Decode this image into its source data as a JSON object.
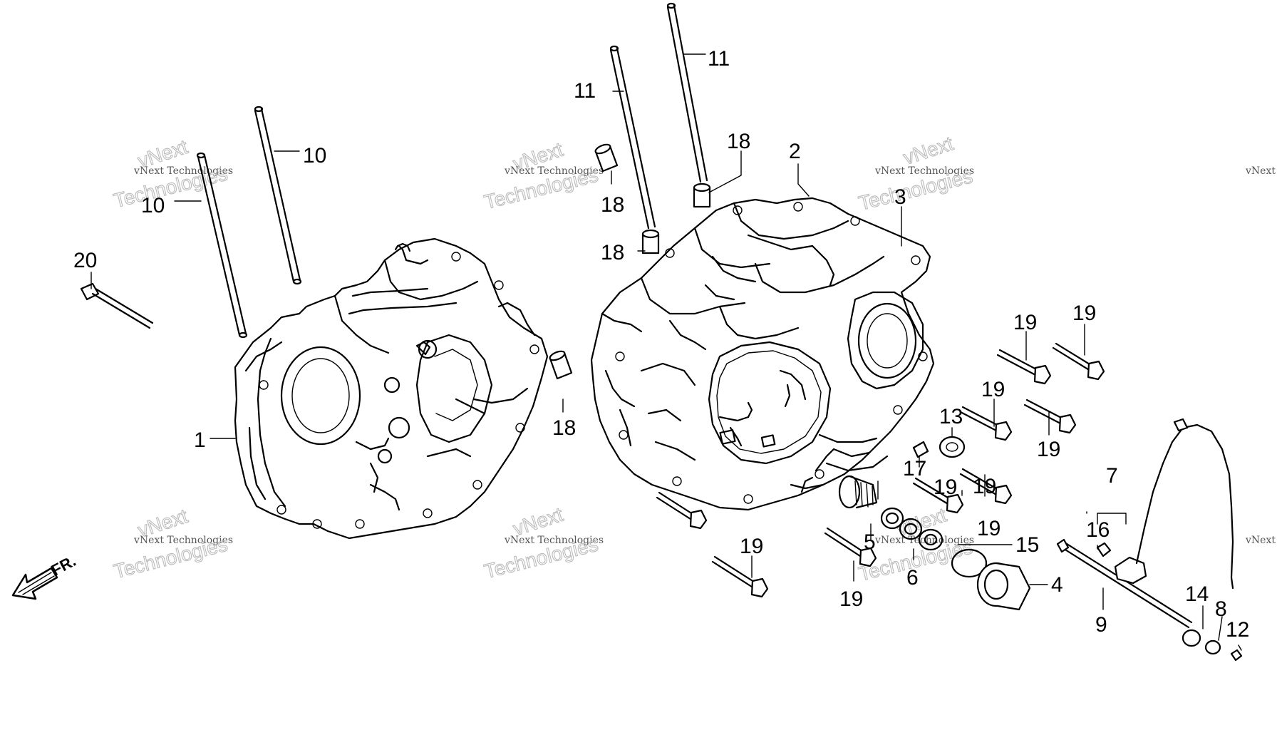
{
  "front_indicator": "FR.",
  "watermark": {
    "line1": "vNext Technologies",
    "line2": "vNext",
    "line3": "Technologies"
  },
  "callouts": [
    {
      "id": "l20",
      "text": "20"
    },
    {
      "id": "l10a",
      "text": "10"
    },
    {
      "id": "l10b",
      "text": "10"
    },
    {
      "id": "l1",
      "text": "1"
    },
    {
      "id": "l18a",
      "text": "18"
    },
    {
      "id": "l11a",
      "text": "11"
    },
    {
      "id": "l11b",
      "text": "11"
    },
    {
      "id": "l18b",
      "text": "18"
    },
    {
      "id": "l18c",
      "text": "18"
    },
    {
      "id": "l18d",
      "text": "18"
    },
    {
      "id": "l2",
      "text": "2"
    },
    {
      "id": "l3",
      "text": "3"
    },
    {
      "id": "l19a",
      "text": "19"
    },
    {
      "id": "l19b",
      "text": "19"
    },
    {
      "id": "l19c",
      "text": "19"
    },
    {
      "id": "l19d",
      "text": "19"
    },
    {
      "id": "l19e",
      "text": "19"
    },
    {
      "id": "l19f",
      "text": "19"
    },
    {
      "id": "l19g",
      "text": "19"
    },
    {
      "id": "l19h",
      "text": "19"
    },
    {
      "id": "l19i",
      "text": "19"
    },
    {
      "id": "l13",
      "text": "13"
    },
    {
      "id": "l17",
      "text": "17"
    },
    {
      "id": "l5",
      "text": "5"
    },
    {
      "id": "l6",
      "text": "6"
    },
    {
      "id": "l15",
      "text": "15"
    },
    {
      "id": "l4",
      "text": "4"
    },
    {
      "id": "l7",
      "text": "7"
    },
    {
      "id": "l16",
      "text": "16"
    },
    {
      "id": "l9",
      "text": "9"
    },
    {
      "id": "l14",
      "text": "14"
    },
    {
      "id": "l8",
      "text": "8"
    },
    {
      "id": "l12",
      "text": "12"
    }
  ]
}
